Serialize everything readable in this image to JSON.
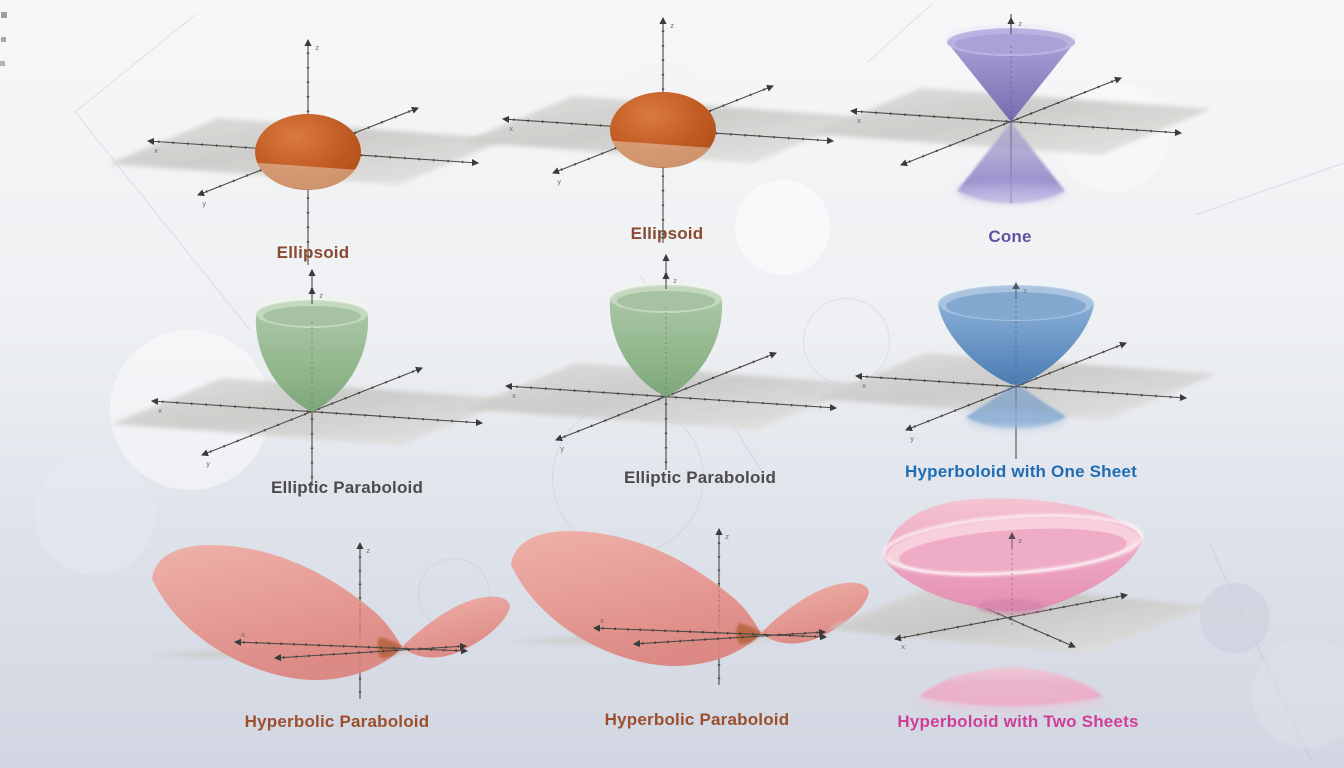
{
  "background": {
    "top": "#f7f7f8",
    "bottom": "#d2d6e2"
  },
  "axes": {
    "x": "x",
    "y": "y",
    "z": "z"
  },
  "figures": [
    {
      "id": "ellipsoid-1",
      "label": "Ellipsoid",
      "label_color": "#8a4a32",
      "surface_color": "#c05a22"
    },
    {
      "id": "ellipsoid-2",
      "label": "Ellipsoid",
      "label_color": "#8a4a32",
      "surface_color": "#c05a22"
    },
    {
      "id": "cone",
      "label": "Cone",
      "label_color": "#5f549e",
      "surface_color": "#8d85c3"
    },
    {
      "id": "elliptic-paraboloid-1",
      "label": "Elliptic Paraboloid",
      "label_color": "#4c4c4e",
      "surface_color": "#8fb68c"
    },
    {
      "id": "elliptic-paraboloid-2",
      "label": "Elliptic Paraboloid",
      "label_color": "#4c4c4e",
      "surface_color": "#8fb68c"
    },
    {
      "id": "hyperboloid-one-sheet",
      "label": "Hyperboloid with One Sheet",
      "label_color": "#1f6cb4",
      "surface_color": "#6390c1"
    },
    {
      "id": "hyperbolic-paraboloid-1",
      "label": "Hyperbolic Paraboloid",
      "label_color": "#9c4f2c",
      "surface_color": "#e59a94"
    },
    {
      "id": "hyperbolic-paraboloid-2",
      "label": "Hyperbolic Paraboloid",
      "label_color": "#9c4f2c",
      "surface_color": "#e59a94"
    },
    {
      "id": "hyperboloid-two-sheets",
      "label": "Hyperboloid with Two Sheets",
      "label_color": "#cf3f96",
      "surface_color": "#eb9fbd"
    }
  ]
}
